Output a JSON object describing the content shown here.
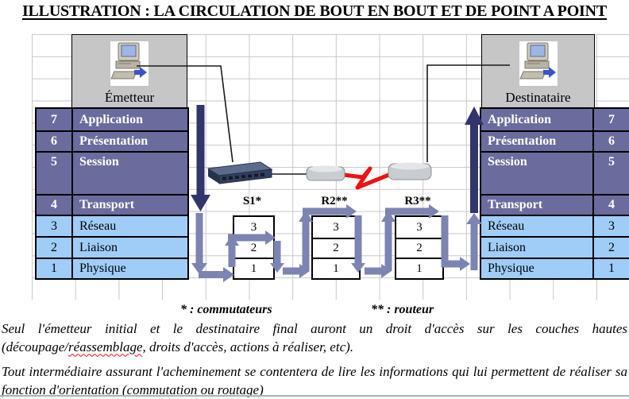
{
  "title": "ILLUSTRATION : LA CIRCULATION DE BOUT EN BOUT ET DE POINT A POINT",
  "colors": {
    "grid_line": "#c8c8c8",
    "dark_row": "#6a6c9e",
    "light_row": "#9fcdf8",
    "box_grey": "#c6c6c6",
    "arrow_dark": "#32356b",
    "arrow_light": "#7b84b2",
    "link_red": "#ee1111",
    "line_black": "#1a1a1a"
  },
  "emitter": {
    "label": "Émetteur"
  },
  "receiver": {
    "label": "Destinataire"
  },
  "osi": {
    "rows": [
      {
        "num": "7",
        "label": "Application"
      },
      {
        "num": "6",
        "label": "Présentation"
      },
      {
        "num": "5",
        "label": "Session"
      },
      {
        "num": "4",
        "label": "Transport"
      },
      {
        "num": "3",
        "label": "Réseau"
      },
      {
        "num": "2",
        "label": "Liaison"
      },
      {
        "num": "1",
        "label": "Physique"
      }
    ]
  },
  "devices": [
    {
      "label": "S1*",
      "layers": [
        "3",
        "2",
        "1"
      ]
    },
    {
      "label": "R2**",
      "layers": [
        "3",
        "2",
        "1"
      ]
    },
    {
      "label": "R3**",
      "layers": [
        "3",
        "2",
        "1"
      ]
    }
  ],
  "footnotes": {
    "switch": "* : commutateurs",
    "router": "** : routeur"
  },
  "body": {
    "p1_before": "Seul l'émetteur initial et le destinataire final auront un droit d'accès sur les couches hautes (découpage/",
    "p1_word": "réassemblage",
    "p1_after": ", droits d'accès, actions à réaliser, etc).",
    "p2": "Tout intermédiaire assurant l'acheminement se contentera de lire les informations qui lui permettent de réaliser sa fonction d'orientation (commutation ou routage)"
  }
}
